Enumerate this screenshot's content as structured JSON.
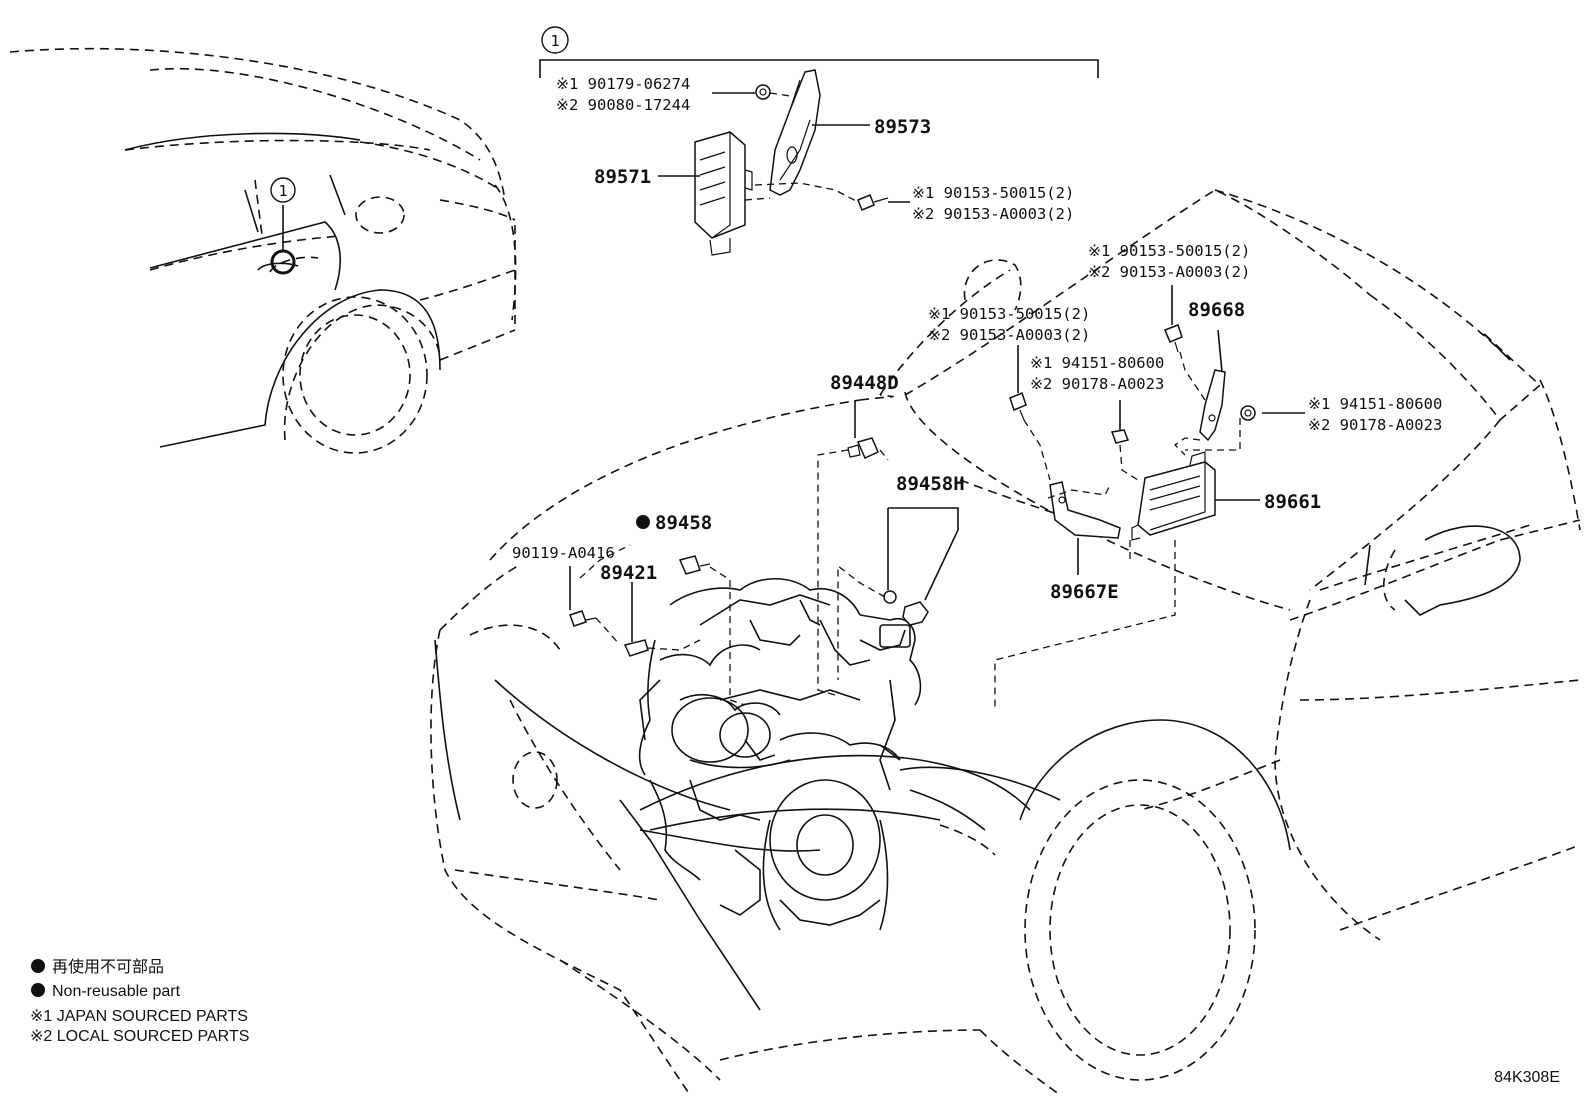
{
  "callout": {
    "number": "1"
  },
  "parts": {
    "p89573": "89573",
    "p89571": "89571",
    "p89668": "89668",
    "p89448d": "89448D",
    "p89458h": "89458H",
    "p89458": "89458",
    "p89421": "89421",
    "p90119": "90119-A0416",
    "p89661": "89661",
    "p89667e": "89667E"
  },
  "alt_groups": {
    "g1": {
      "a": "※1 90179-06274",
      "b": "※2 90080-17244"
    },
    "g2": {
      "a": "※1 90153-50015(2)",
      "b": "※2 90153-A0003(2)"
    },
    "g3": {
      "a": "※1 90153-50015(2)",
      "b": "※2 90153-A0003(2)"
    },
    "g4": {
      "a": "※1 90153-50015(2)",
      "b": "※2 90153-A0003(2)"
    },
    "g5": {
      "a": "※1 94151-80600",
      "b": "※2 90178-A0023"
    },
    "g6": {
      "a": "※1 94151-80600",
      "b": "※2 90178-A0023"
    }
  },
  "legend": {
    "non_reusable_jp": "再使用不可部品",
    "non_reusable_en": "Non-reusable part",
    "japan_sourced": "※1  JAPAN SOURCED PARTS",
    "local_sourced": "※2  LOCAL SOURCED PARTS"
  },
  "figure_code": "84K308E"
}
